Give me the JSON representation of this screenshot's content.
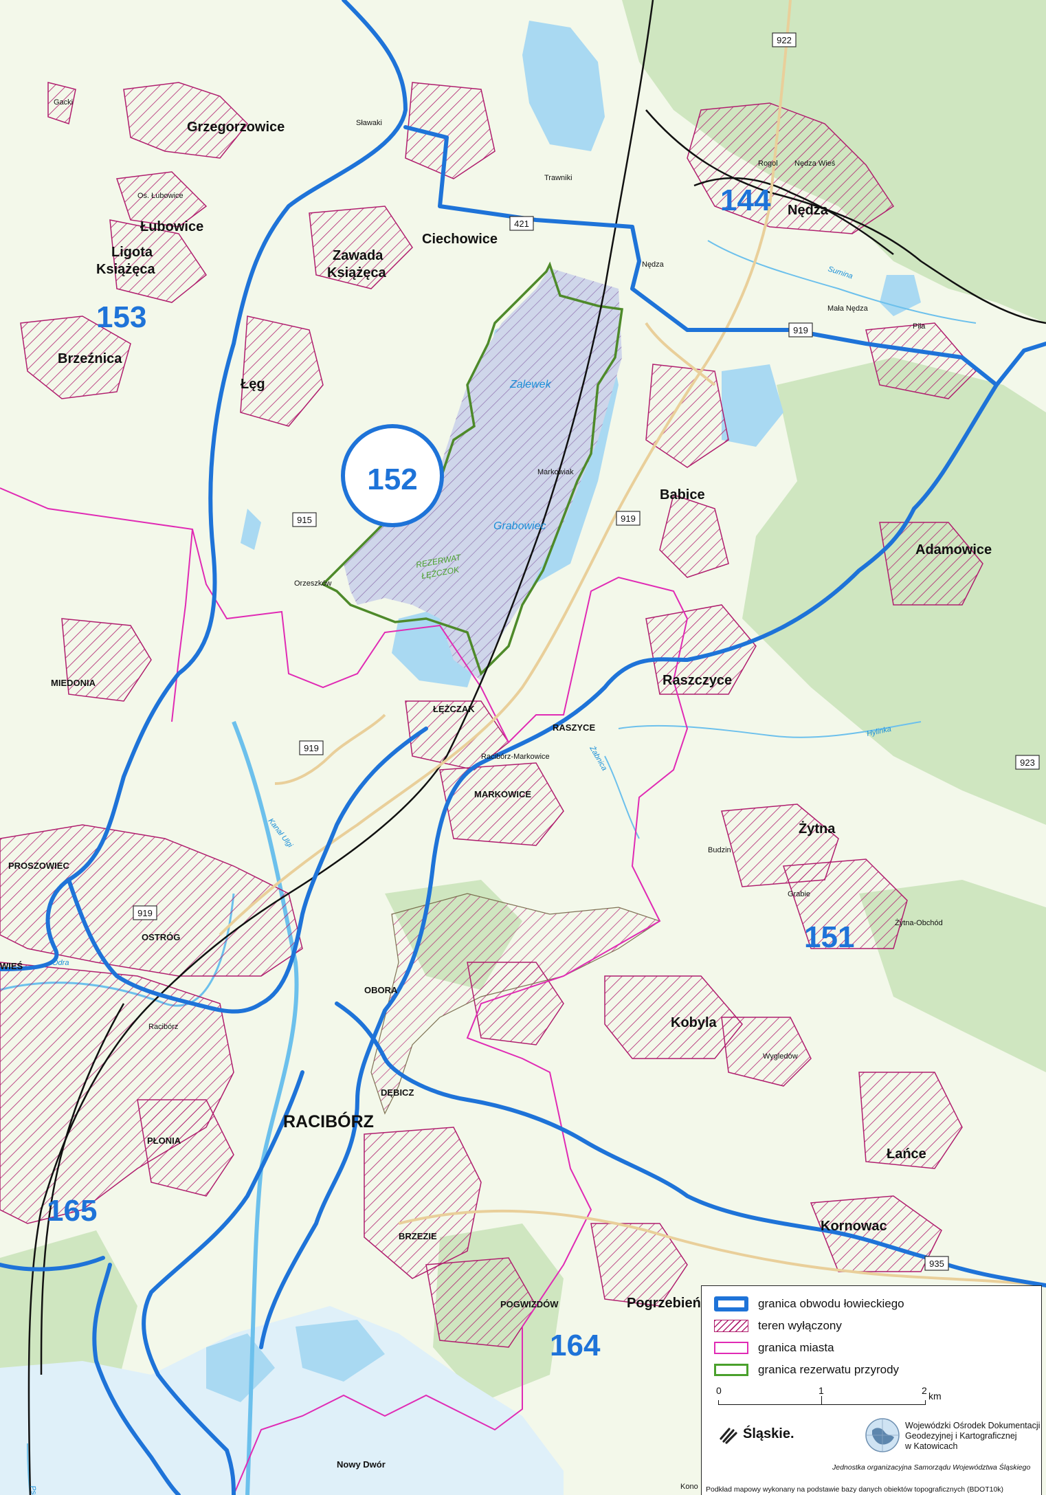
{
  "map": {
    "colors": {
      "background": "#f3f8ea",
      "forest": "#cfe6c0",
      "water": "#a9d9f2",
      "excluded_hatch": "#b01e6e",
      "hunting_boundary": "#1e73d8",
      "city_boundary": "#e02ab4",
      "reserve_boundary": "#4e8a2a"
    },
    "circuits": {
      "c152": "152",
      "c153": "153",
      "c144": "144",
      "c151": "151",
      "c165": "165",
      "c164": "164"
    },
    "places": {
      "gacki": "Gacki",
      "grzegorzowice": "Grzegorzowice",
      "slawaki": "Sławaki",
      "os_lubowice": "Os. Łubowice",
      "lubowice": "Łubowice",
      "ligota_1": "Ligota",
      "ligota_2": "Książęca",
      "zawada_1": "Zawada",
      "zawada_2": "Książęca",
      "ciechowice": "Ciechowice",
      "trawniki": "Trawniki",
      "rogol": "Rogol",
      "nedza_wies": "Nędza Wieś",
      "nedza": "Nędza",
      "nedza_station": "Nędza",
      "mala_nedza": "Mała Nędza",
      "pila": "Piła",
      "breznica": "Brzeźnica",
      "leg": "Łęg",
      "markowiak": "Markowiak",
      "babice": "Babice",
      "adamowice": "Adamowice",
      "orzeszkow": "Orzeszków",
      "miedonia": "MIEDONIA",
      "raszczyce": "Raszczyce",
      "lezczak": "ŁĘŻCZAK",
      "raszyce": "RASZYCE",
      "raciborz_markowice": "Racibórz-Markowice",
      "markowice": "MARKOWICE",
      "proszowiec": "PROSZOWIEC",
      "zytna": "Żytna",
      "budzin": "Budzin",
      "grabie": "Grabie",
      "zytna_obchod": "Żytna-Obchód",
      "ostrog": "OSTRÓG",
      "wies": "WIEŚ",
      "obora": "OBORA",
      "raciborz_station": "Racibórz",
      "kobyla": "Kobyla",
      "wygledow": "Wygledów",
      "debicz": "DĘBICZ",
      "raciborz": "RACIBÓRZ",
      "plonia": "PŁONIA",
      "lance": "Łańce",
      "kornowac": "Kornowac",
      "brzezie": "BRZEZIE",
      "pogwizdow": "POGWIZDÓW",
      "pogrzebien": "Pogrzebień",
      "nowy_dwor": "Nowy Dwór",
      "kono": "Kono"
    },
    "water": {
      "zalewek": "Zalewek",
      "grabowiec": "Grabowiec",
      "sumina": "Sumina",
      "hylinka": "Hylinka",
      "zabnica": "Żabnica",
      "odra": "Odra",
      "kanal_ulgi": "Kanał Ulgi",
      "psina": "Psina"
    },
    "reserve": {
      "line1": "REZERWAT",
      "line2": "ŁĘŻCZOK"
    },
    "roads": {
      "r922": "922",
      "r421": "421",
      "r919a": "919",
      "r919b": "919",
      "r915": "915",
      "r919c": "919",
      "r923": "923",
      "r919d": "919",
      "r935": "935"
    }
  },
  "legend": {
    "items": [
      {
        "label": "granica obwodu łowieckiego"
      },
      {
        "label": "teren wyłączony"
      },
      {
        "label": "granica miasta"
      },
      {
        "label": "granica rezerwatu przyrody"
      }
    ],
    "scale": {
      "t0": "0",
      "t1": "1",
      "t2": "2",
      "unit": "km"
    },
    "slaskie": "Śląskie.",
    "wodgik": {
      "line1": "Wojewódzki Ośrodek Dokumentacji",
      "line2": "Geodezyjnej i Kartograficznej",
      "line3": "w Katowicach",
      "sub": "Jednostka organizacyjna Samorządu Województwa Śląskiego"
    },
    "footer": "Podkład mapowy wykonany na podstawie bazy danych obiektów topograficznych (BDOT10k)"
  }
}
